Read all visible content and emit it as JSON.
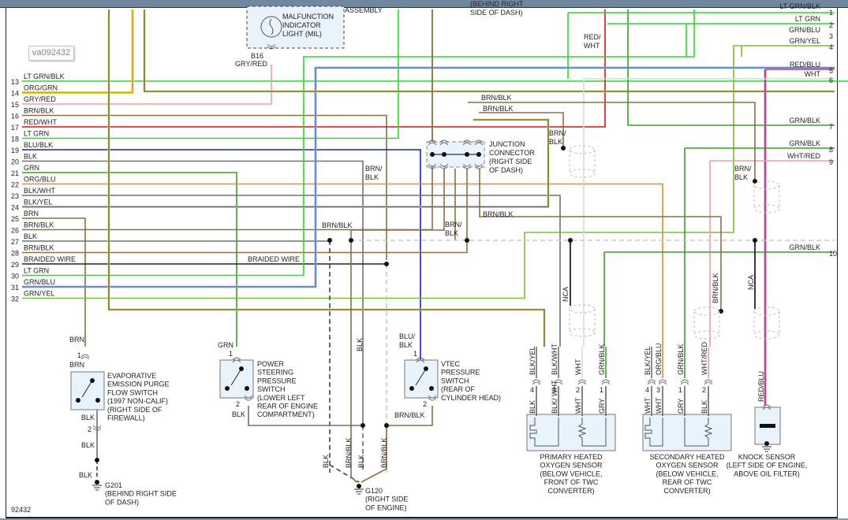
{
  "image_tag": "va092432",
  "figure_number": "92432",
  "left_pins": [
    {
      "num": "13",
      "label": "LT GRN/BLK"
    },
    {
      "num": "14",
      "label": "ORG/GRN"
    },
    {
      "num": "15",
      "label": "GRY/RED"
    },
    {
      "num": "16",
      "label": "BRN/BLK"
    },
    {
      "num": "17",
      "label": "RED/WHT"
    },
    {
      "num": "18",
      "label": "LT GRN"
    },
    {
      "num": "19",
      "label": "BLU/BLK"
    },
    {
      "num": "20",
      "label": "BLK"
    },
    {
      "num": "21",
      "label": "GRN"
    },
    {
      "num": "22",
      "label": "ORG/BLU"
    },
    {
      "num": "23",
      "label": "BLK/WHT"
    },
    {
      "num": "24",
      "label": "BLK/YEL"
    },
    {
      "num": "25",
      "label": "BRN"
    },
    {
      "num": "26",
      "label": "BRN/BLK"
    },
    {
      "num": "27",
      "label": "BLK"
    },
    {
      "num": "28",
      "label": "BRN/BLK"
    },
    {
      "num": "29",
      "label": "BRAIDED WIRE"
    },
    {
      "num": "30",
      "label": "LT GRN"
    },
    {
      "num": "31",
      "label": "GRN/BLU"
    },
    {
      "num": "32",
      "label": "GRN/YEL"
    }
  ],
  "right_pins": [
    {
      "num": "1",
      "label": "LT GRN/BLK"
    },
    {
      "num": "2",
      "label": "LT GRN"
    },
    {
      "num": "3",
      "label": "GRN/BLU"
    },
    {
      "num": "4",
      "label": "GRN/YEL"
    },
    {
      "num": "5",
      "label": "RED/BLU"
    },
    {
      "num": "6",
      "label": "WHT"
    },
    {
      "num": "7",
      "label": "GRN/BLK"
    },
    {
      "num": "8",
      "label": "GRN/BLK"
    },
    {
      "num": "9",
      "label": "WHT/RED"
    },
    {
      "num": "10",
      "label": "GRN/BLK"
    }
  ],
  "wire_colors": {
    "LT GRN": "#22e022",
    "GRN": "#3aa02a",
    "ORG": "#f08a20",
    "GRY": "#c8c8c8",
    "PINK": "#f0a0a0",
    "BRN": "#8c7040",
    "RED": "#e81010",
    "BLU": "#1020e0",
    "BLK": "#222222",
    "DKGRY": "#707070",
    "YEL": "#e8e030",
    "GRNBLU": "#5a8ab0",
    "GRNYEL": "#7ac030",
    "WHT": "#d8d8d8",
    "REDBLU": "#e83060"
  },
  "components": {
    "mil": {
      "lines": [
        "MALFUNCTION",
        "INDICATOR",
        "LIGHT (MIL)"
      ],
      "pin": "B16",
      "wire": "GRY/RED"
    },
    "assembly_label": "ASSEMBLY",
    "behind_dash_label": [
      "(BEHIND RIGHT",
      "SIDE OF DASH)"
    ],
    "junction": {
      "lines": [
        "JUNCTION",
        "CONNECTOR",
        "(RIGHT SIDE",
        "OF DASH)"
      ]
    },
    "evap": {
      "lines": [
        "EVAPORATIVE",
        "EMISSION PURGE",
        "FLOW SWITCH",
        "(1997 NON-CALIF)",
        "(RIGHT SIDE OF",
        "FIREWALL)"
      ],
      "pin1": "1",
      "pin2": "2",
      "wire_in": "BRN",
      "wire_out": "BLK"
    },
    "ps_switch": {
      "lines": [
        "POWER",
        "STEERING",
        "PRESSURE",
        "SWITCH",
        "(LOWER LEFT",
        "REAR OF ENGINE",
        "COMPARTMENT)"
      ],
      "pin1": "1",
      "pin2": "2",
      "wire_in": "GRN",
      "wire_out": "BLK"
    },
    "vtec": {
      "lines": [
        "VTEC",
        "PRESSURE",
        "SWITCH",
        "(REAR OF",
        "CYLINDER HEAD)"
      ],
      "pin1": "1",
      "pin2": "2",
      "wire_in": "BLU/\nBLK",
      "wire_out": "BRN/BLK"
    },
    "primary_o2": {
      "lines": [
        "PRIMARY HEATED",
        "OXYGEN SENSOR",
        "(BELOW VEHICLE,",
        "FRONT OF TWC",
        "CONVERTER)"
      ],
      "pins": [
        {
          "n": "4",
          "top": "BLK/YEL",
          "bot": "BLK"
        },
        {
          "n": "3",
          "top": "BLK/WHT",
          "bot": "BLK/ WHT"
        },
        {
          "n": "2",
          "top": "WHT",
          "bot": "WHT"
        },
        {
          "n": "1",
          "top": "GRN/BLK",
          "bot": "GRY"
        }
      ]
    },
    "secondary_o2": {
      "lines": [
        "SECONDARY HEATED",
        "OXYGEN SENSOR",
        "(BELOW VEHICLE,",
        "REAR OF TWC",
        "CONVERTER)"
      ],
      "pins": [
        {
          "n": "4",
          "top": "BLK/YEL",
          "bot": "WHT"
        },
        {
          "n": "3",
          "top": "ORG/BLU",
          "bot": "WHT"
        },
        {
          "n": "1",
          "top": "GRN/BLK",
          "bot": "GRY"
        },
        {
          "n": "2",
          "top": "WHT/RED",
          "bot": "BLK"
        }
      ]
    },
    "knock": {
      "lines": [
        "KNOCK SENSOR",
        "(LEFT SIDE OF ENGINE,",
        "ABOVE OIL FILTER)"
      ],
      "wire": "RED/BLU"
    },
    "g201": {
      "lines": [
        "G201",
        "(BEHIND RIGHT SIDE",
        "OF DASH)"
      ],
      "wire": "BLK"
    },
    "g120": {
      "lines": [
        "G120",
        "(RIGHT SIDE",
        "OF ENGINE)"
      ]
    }
  },
  "wire_labels": {
    "braided": "BRAIDED WIRE",
    "brn_blk": "BRN/BLK",
    "brn_blk_split": [
      "BRN/",
      "BLK"
    ],
    "red_wht": [
      "RED/",
      "WHT"
    ],
    "nca": "NCA",
    "blk": "BLK",
    "brnblk_v": "BRN/BLK",
    "whtred_v": "WHT/RED",
    "redblu_v": "RED/BLU"
  }
}
